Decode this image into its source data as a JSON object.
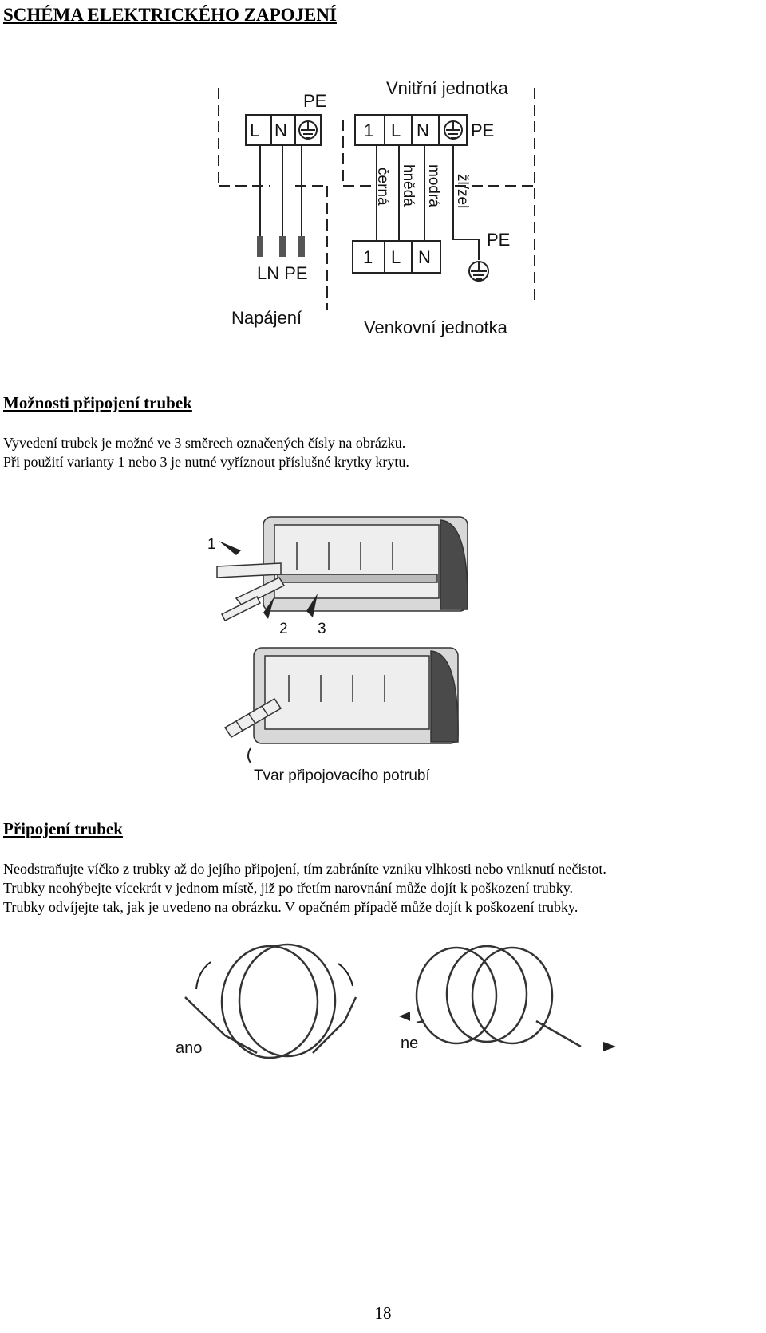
{
  "title": "SCHÉMA ELEKTRICKÉHO ZAPOJENÍ",
  "wiring": {
    "indoor_unit": "Vnitřní jednotka",
    "outdoor_unit": "Venkovní jednotka",
    "power": "Napájení",
    "pe": "PE",
    "supply_terminals": [
      "L",
      "N"
    ],
    "indoor_terminals": [
      "1",
      "L",
      "N"
    ],
    "outdoor_terminals": [
      "1",
      "L",
      "N"
    ],
    "wire_colors": [
      "černá",
      "hnědá",
      "modrá",
      "žl/zel"
    ],
    "plug_label": "LN PE"
  },
  "section_pipes": {
    "heading": "Možnosti připojení trubek",
    "lines": [
      "Vyvedení trubek je možné ve 3 směrech označených čísly na obrázku.",
      "Při použití varianty 1 nebo 3 je nutné vyříznout příslušné krytky krytu."
    ],
    "figure": {
      "numbers": [
        "1",
        "2",
        "3"
      ],
      "caption": "Tvar připojovacího potrubí"
    }
  },
  "section_connect": {
    "heading": "Připojení trubek",
    "lines": [
      "Neodstraňujte víčko z trubky až do jejího připojení, tím zabráníte vzniku vlhkosti nebo vniknutí nečistot.",
      "Trubky neohýbejte vícekrát v jednom místě, již po třetím narovnání může dojít k poškození trubky.",
      "Trubky odvíjejte tak, jak je uvedeno na obrázku. V opačném případě může dojít k poškození trubky."
    ],
    "figure": {
      "yes_label": "ano",
      "no_label": "ne"
    }
  },
  "page_number": "18"
}
